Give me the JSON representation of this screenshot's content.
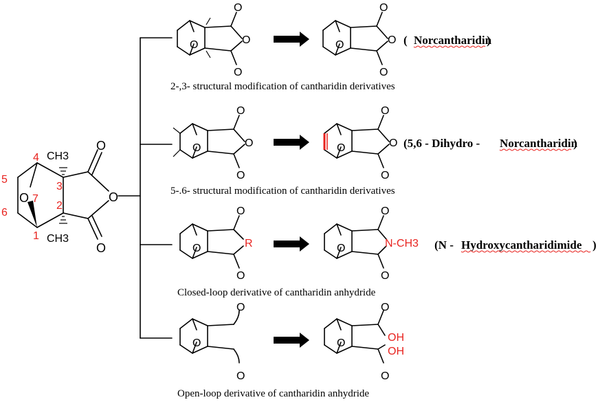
{
  "parent": {
    "ring_oxygen": "O",
    "ring_oxygen_number": "7",
    "anhydride_oxygen": "O",
    "carbonyl_top": "O",
    "carbonyl_bottom": "O",
    "methyl_top": "CH3",
    "methyl_bottom": "CH3",
    "positions": [
      "1",
      "2",
      "3",
      "4",
      "5",
      "6"
    ]
  },
  "rows": [
    {
      "caption": "2-,3- structural modification of cantharidin derivatives",
      "product_name": "Norcantharidin",
      "product_name_prefix": "(",
      "product_name_suffix": ")"
    },
    {
      "caption": "5-.6- structural modification of cantharidin derivatives",
      "product_name_prefix": "(5,6 - Dihydro - ",
      "product_name": "Norcantharidin",
      "product_name_suffix": ")"
    },
    {
      "caption": "Closed-loop derivative of cantharidin anhydride",
      "substituent": "R",
      "product_substituent": "N-CH3",
      "product_name_prefix": "(N - ",
      "product_name": "Hydroxycantharidimide",
      "product_name_suffix": ")"
    },
    {
      "caption": "Open-loop derivative of cantharidin anhydride",
      "acid_groups": [
        "OH",
        "OH"
      ]
    }
  ],
  "atoms": {
    "oxygen": "O"
  },
  "colors": {
    "highlight": "#e8231f",
    "ink": "#000000"
  }
}
